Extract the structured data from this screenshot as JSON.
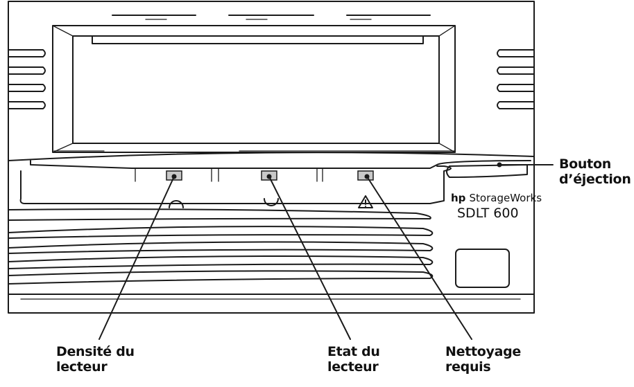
{
  "branding": {
    "logo": "hp",
    "product_line": "StorageWorks",
    "model": "SDLT 600"
  },
  "labels": {
    "eject_button": [
      "Bouton",
      "d’éjection"
    ],
    "density": [
      "Densité du",
      "lecteur"
    ],
    "drive_status": [
      "Etat du",
      "lecteur"
    ],
    "cleaning_required": [
      "Nettoyage",
      "requis"
    ]
  },
  "indicator_icons": [
    "density-icon",
    "drive-status-icon",
    "cleaning-warning-icon"
  ],
  "colors": {
    "line": "#1a1a1a",
    "led": "#c8c8c8",
    "background": "#ffffff"
  }
}
